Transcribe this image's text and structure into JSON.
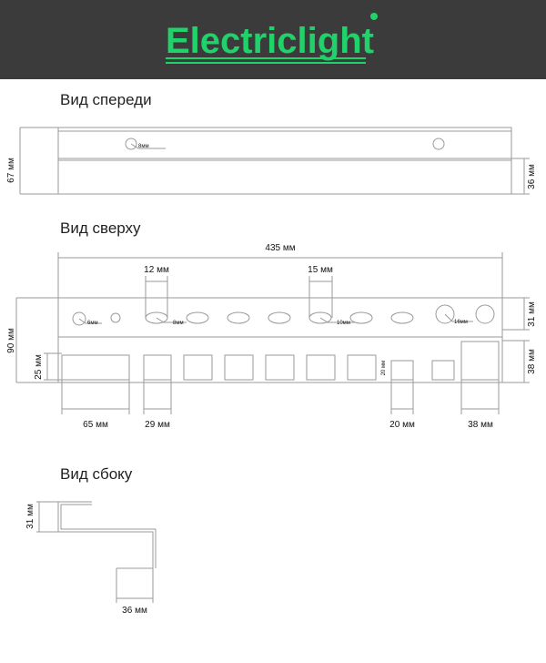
{
  "brand": {
    "name": "Electriclight",
    "accent": "#1fd26a"
  },
  "sections": {
    "front": {
      "title": "Вид спереди"
    },
    "top": {
      "title": "Вид сверху"
    },
    "side": {
      "title": "Вид сбоку"
    }
  },
  "front_dims": {
    "height": "67 мм",
    "lower": "36 мм",
    "hole": "8мм"
  },
  "top_dims": {
    "total_length": "435 мм",
    "height": "90 мм",
    "upper_strip": "31 мм",
    "lower_strip": "38 мм",
    "left_window_height": "25 мм",
    "slot_12": "12 мм",
    "slot_15": "15 мм",
    "hole_6": "6мм",
    "hole_8": "8мм",
    "hole_10": "10мм",
    "hole_16": "16мм",
    "win_65": "65 мм",
    "win_29": "29 мм",
    "win_20": "20 мм",
    "win_20_vertical": "20 мм",
    "win_38": "38 мм"
  },
  "side_dims": {
    "height": "31 мм",
    "width": "36 мм"
  }
}
